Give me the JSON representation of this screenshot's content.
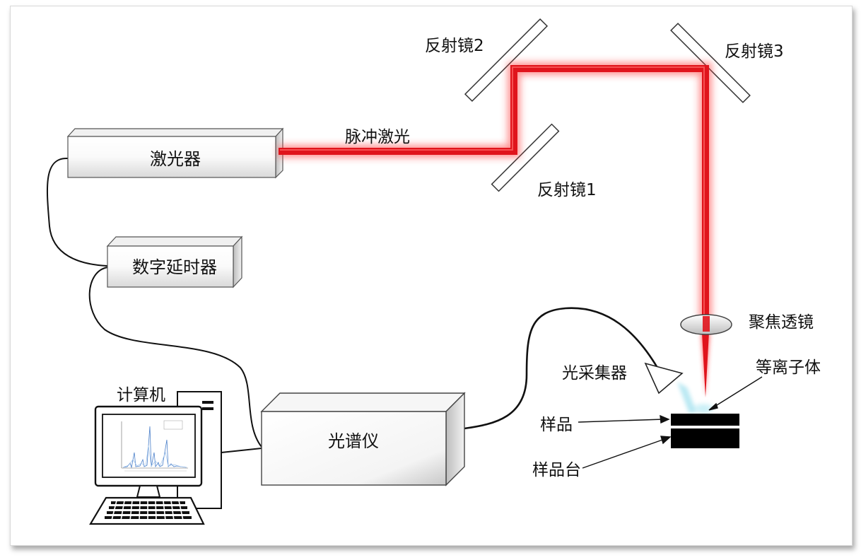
{
  "labels": {
    "laser": "激光器",
    "pulsed_laser": "脉冲激光",
    "mirror1": "反射镜1",
    "mirror2": "反射镜2",
    "mirror3": "反射镜3",
    "delay_generator": "数字延时器",
    "spectrometer": "光谱仪",
    "computer": "计算机",
    "focusing_lens": "聚焦透镜",
    "light_collector": "光采集器",
    "plasma": "等离子体",
    "sample": "样品",
    "sample_stage": "样品台"
  },
  "colors": {
    "laser_beam": "#e0141c",
    "plasma": "#7fd6e8",
    "sample": "#000000"
  }
}
